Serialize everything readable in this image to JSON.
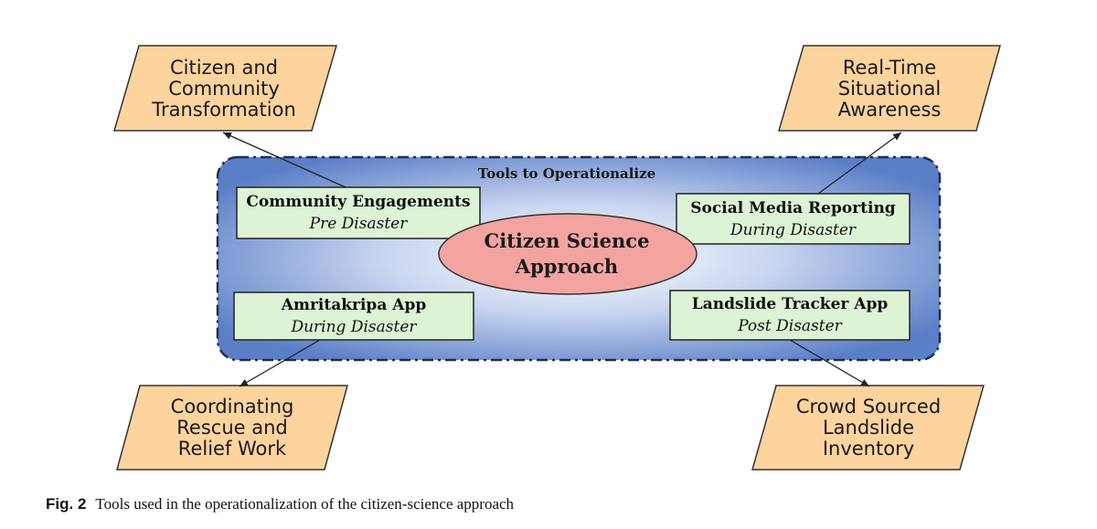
{
  "diagram": {
    "outcomes": {
      "top_left": "Citizen and\nCommunity\nTransformation",
      "top_right": "Real-Time\nSituational\nAwareness",
      "bottom_left": "Coordinating\nRescue and\nRelief Work",
      "bottom_right": "Crowd Sourced\nLandslide\nInventory"
    },
    "container_title": "Tools to Operationalize",
    "center": "Citizen Science\nApproach",
    "tools": [
      {
        "name": "Community Engagements",
        "phase": "Pre Disaster"
      },
      {
        "name": "Social Media Reporting",
        "phase": "During Disaster"
      },
      {
        "name": "Amritakripa App",
        "phase": "During Disaster"
      },
      {
        "name": "Landslide Tracker App",
        "phase": "Post Disaster"
      }
    ],
    "colors": {
      "outcome_fill": "#fdd49e",
      "tool_fill": "#dcf3d5",
      "center_fill": "#f4a4a0",
      "container_edge": "#5b7fc7",
      "container_center": "#ffffff"
    }
  },
  "caption": {
    "label": "Fig. 2",
    "text": "Tools used in the operationalization of the citizen-science approach"
  }
}
